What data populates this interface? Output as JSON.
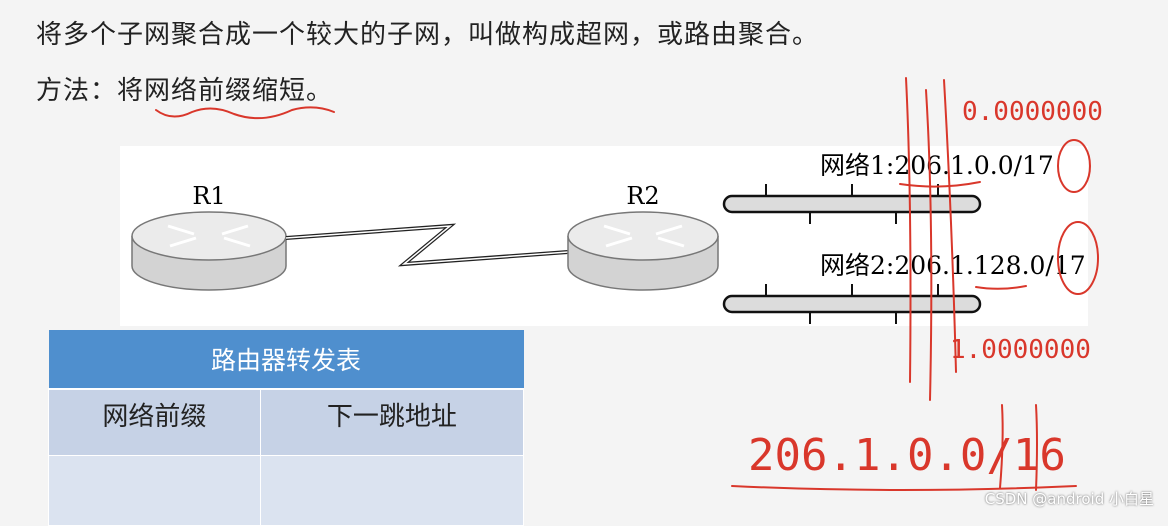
{
  "text": {
    "line1": "将多个子网聚合成一个较大的子网，叫做构成超网，或路由聚合。",
    "line2": "方法：将网络前缀缩短。"
  },
  "diagram": {
    "r1_label": "R1",
    "r2_label": "R2",
    "network1": "网络1:206.1.0.0/17",
    "network2": "网络2:206.1.128.0/17"
  },
  "table": {
    "title": "路由器转发表",
    "col1": "网络前缀",
    "col2": "下一跳地址",
    "rows": [
      [
        "",
        ""
      ]
    ]
  },
  "annotations": {
    "bits_top": "0.0000000",
    "bits_bottom": "1.0000000",
    "aggregate": "206.1.0.0/16"
  },
  "watermark": "CSDN @android 小白星"
}
